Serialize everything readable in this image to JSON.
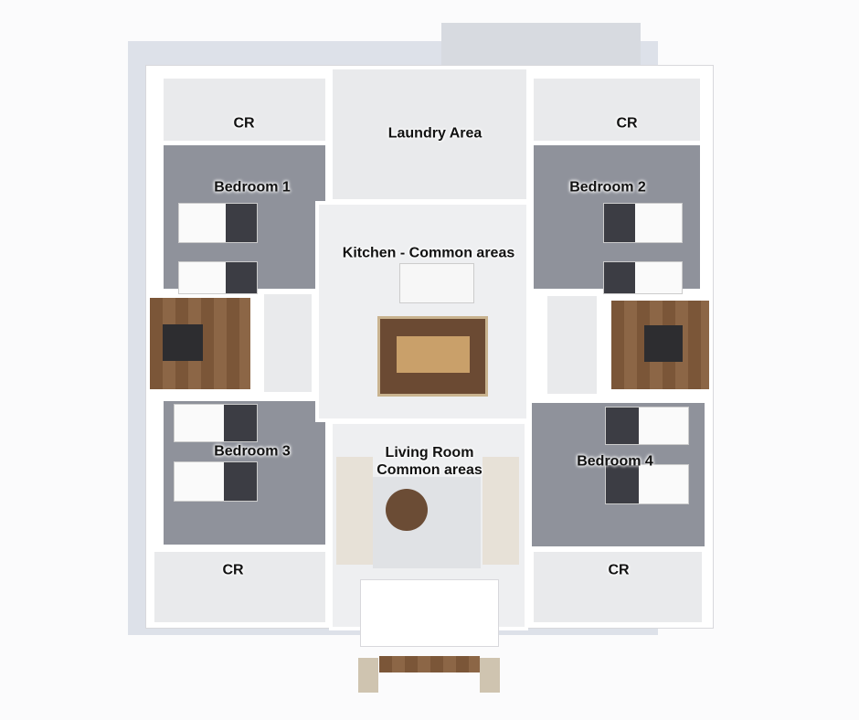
{
  "floor_plan": {
    "rooms": {
      "cr_top_left": "CR",
      "cr_top_right": "CR",
      "cr_bottom_left": "CR",
      "cr_bottom_right": "CR",
      "laundry": "Laundry Area",
      "bedroom1": "Bedroom 1",
      "bedroom2": "Bedroom 2",
      "bedroom3": "Bedroom 3",
      "bedroom4": "Bedroom 4",
      "kitchen": "Kitchen - Common areas",
      "living_line1": "Living Room",
      "living_line2": "Common areas"
    },
    "colors": {
      "carpet": "#8f929b",
      "tile": "#e9eaec",
      "deck": "#7b5638",
      "wall": "#ffffff",
      "shadow": "#dde1e9"
    }
  }
}
